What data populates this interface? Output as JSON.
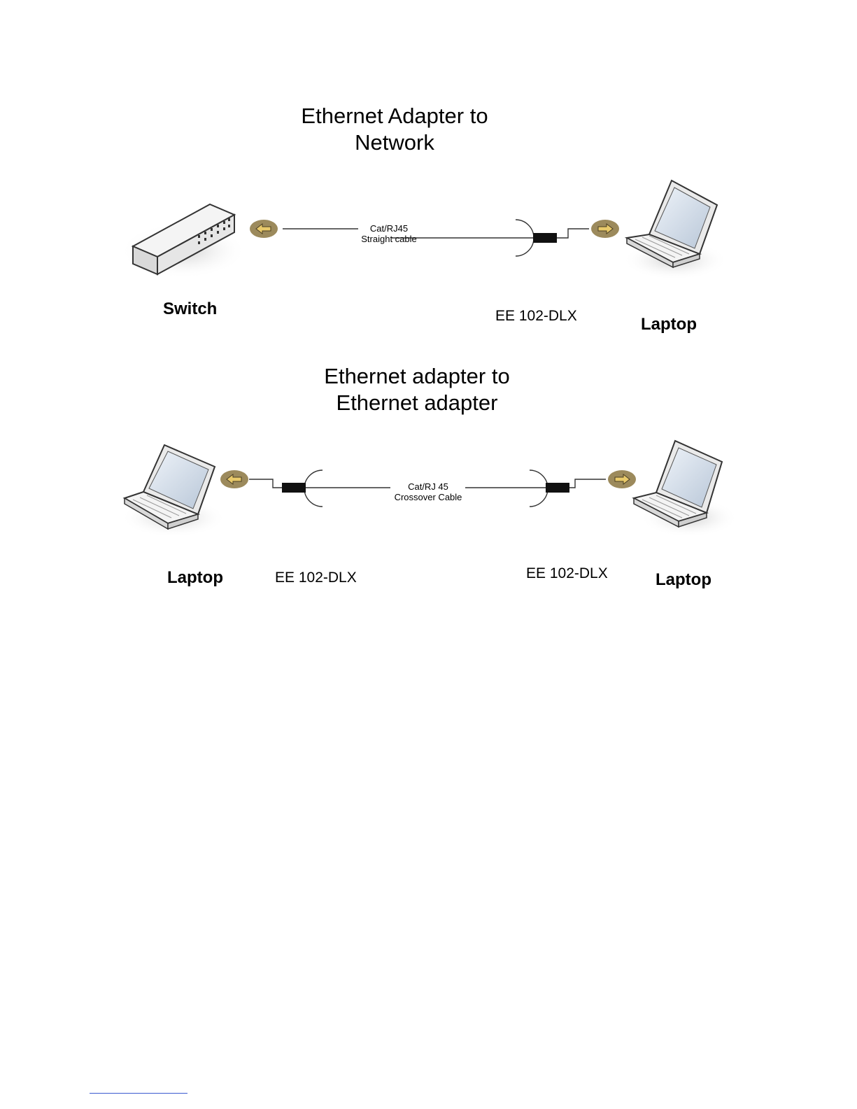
{
  "diagram1": {
    "title_line1": "Ethernet Adapter to",
    "title_line2": "Network",
    "cable_label_line1": "Cat/RJ45",
    "cable_label_line2": "Straight cable",
    "left_device": "Switch",
    "adapter": "EE 102-DLX",
    "right_device": "Laptop"
  },
  "diagram2": {
    "title_line1": "Ethernet adapter to",
    "title_line2": "Ethernet adapter",
    "cable_label_line1": "Cat/RJ 45",
    "cable_label_line2": "Crossover Cable",
    "left_device": "Laptop",
    "left_adapter": "EE 102-DLX",
    "right_adapter": "EE 102-DLX",
    "right_device": "Laptop"
  },
  "colors": {
    "arrow_badge": "#9c8a5c",
    "arrow_fill": "#e8c96a",
    "connector": "#111111",
    "device_body": "#f2f2f2",
    "screen": "#d6e0ec"
  }
}
